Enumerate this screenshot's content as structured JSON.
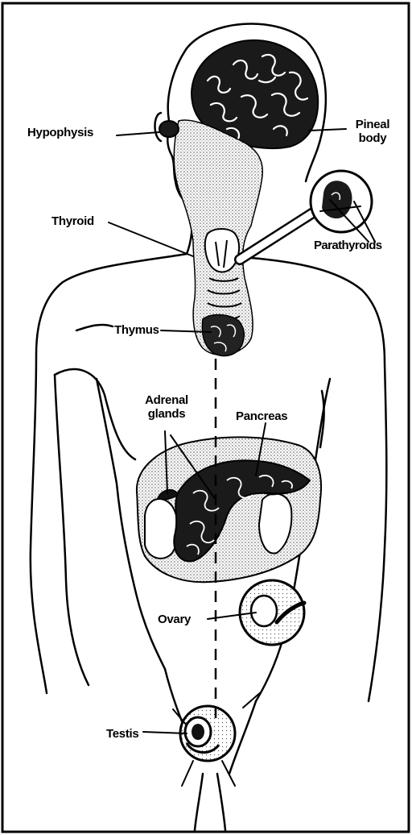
{
  "labels": {
    "hypophysis": "Hypophysis",
    "pineal_line1": "Pineal",
    "pineal_line2": "body",
    "thyroid": "Thyroid",
    "parathyroids": "Parathyroids",
    "thymus": "Thymus",
    "adrenal_line1": "Adrenal",
    "adrenal_line2": "glands",
    "pancreas": "Pancreas",
    "ovary": "Ovary",
    "testis": "Testis"
  },
  "colors": {
    "ink": "#000000",
    "paper": "#ffffff",
    "stipple": "#8a8a8a"
  }
}
